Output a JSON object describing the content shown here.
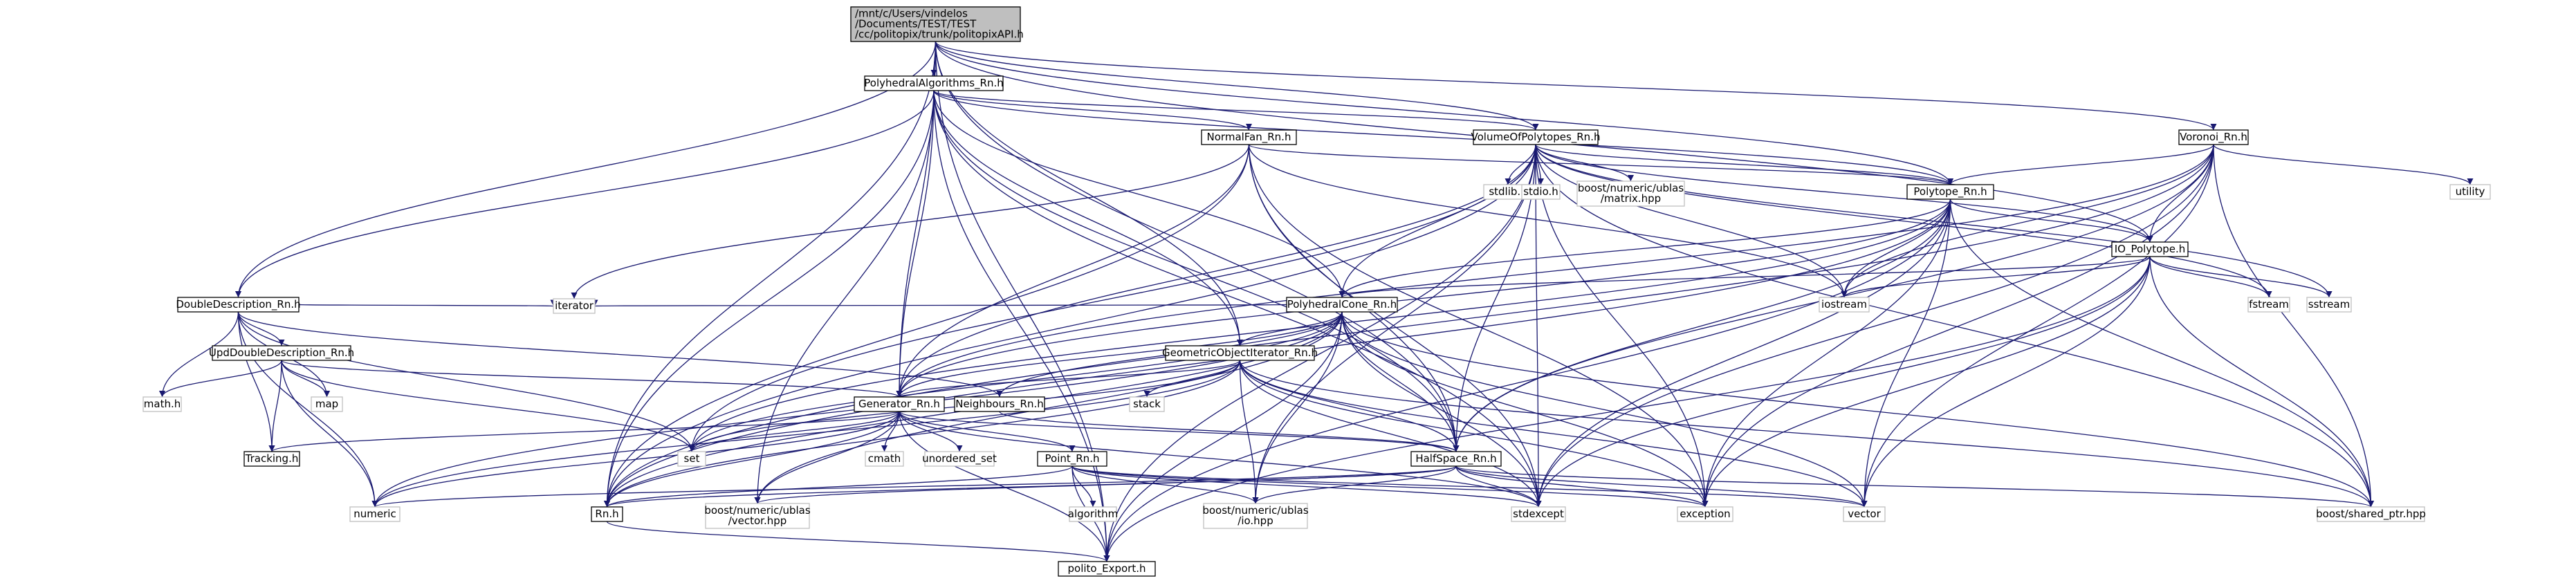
{
  "colors": {
    "edge": "#191970",
    "root_fill": "#bfbfbf",
    "root_border": "#000000",
    "header_fill": "#ffffff",
    "header_border": "#000000",
    "system_fill": "#ffffff",
    "system_border": "#bfbfbf",
    "background": "#ffffff"
  },
  "nodes": [
    {
      "id": "politopixAPI",
      "kind": "root",
      "lines": [
        "/mnt/c/Users/vindelos",
        "/Documents/TEST/TEST",
        "/cc/politopix/trunk/politopixAPI.h"
      ]
    },
    {
      "id": "PolyhedralAlgorithms",
      "kind": "header",
      "lines": [
        "PolyhedralAlgorithms_Rn.h"
      ]
    },
    {
      "id": "NormalFan",
      "kind": "header",
      "lines": [
        "NormalFan_Rn.h"
      ]
    },
    {
      "id": "VolumeOfPolytopes",
      "kind": "header",
      "lines": [
        "VolumeOfPolytopes_Rn.h"
      ]
    },
    {
      "id": "Voronoi",
      "kind": "header",
      "lines": [
        "Voronoi_Rn.h"
      ]
    },
    {
      "id": "utility",
      "kind": "system",
      "lines": [
        "utility"
      ]
    },
    {
      "id": "stdlib",
      "kind": "system",
      "lines": [
        "stdlib.h"
      ]
    },
    {
      "id": "stdio",
      "kind": "system",
      "lines": [
        "stdio.h"
      ]
    },
    {
      "id": "matrix",
      "kind": "system",
      "lines": [
        "boost/numeric/ublas",
        "/matrix.hpp"
      ]
    },
    {
      "id": "Polytope",
      "kind": "header",
      "lines": [
        "Polytope_Rn.h"
      ]
    },
    {
      "id": "IO_Polytope",
      "kind": "header",
      "lines": [
        "IO_Polytope.h"
      ]
    },
    {
      "id": "DoubleDescription",
      "kind": "header",
      "lines": [
        "DoubleDescription_Rn.h"
      ]
    },
    {
      "id": "PolyhedralCone",
      "kind": "header",
      "lines": [
        "PolyhedralCone_Rn.h"
      ]
    },
    {
      "id": "iostream",
      "kind": "system",
      "lines": [
        "iostream"
      ]
    },
    {
      "id": "fstream",
      "kind": "system",
      "lines": [
        "fstream"
      ]
    },
    {
      "id": "sstream",
      "kind": "system",
      "lines": [
        "sstream"
      ]
    },
    {
      "id": "iterator",
      "kind": "system",
      "lines": [
        "iterator"
      ]
    },
    {
      "id": "UpdDoubleDescription",
      "kind": "header",
      "lines": [
        "UpdDoubleDescription_Rn.h"
      ]
    },
    {
      "id": "GeometricObjectIterator",
      "kind": "header",
      "lines": [
        "GeometricObjectIterator_Rn.h"
      ]
    },
    {
      "id": "math",
      "kind": "system",
      "lines": [
        "math.h"
      ]
    },
    {
      "id": "map",
      "kind": "system",
      "lines": [
        "map"
      ]
    },
    {
      "id": "Generator",
      "kind": "header",
      "lines": [
        "Generator_Rn.h"
      ]
    },
    {
      "id": "Neighbours",
      "kind": "header",
      "lines": [
        "Neighbours_Rn.h"
      ]
    },
    {
      "id": "stack",
      "kind": "system",
      "lines": [
        "stack"
      ]
    },
    {
      "id": "set",
      "kind": "system",
      "lines": [
        "set"
      ]
    },
    {
      "id": "Tracking",
      "kind": "header",
      "lines": [
        "Tracking.h"
      ]
    },
    {
      "id": "cmath",
      "kind": "system",
      "lines": [
        "cmath"
      ]
    },
    {
      "id": "unordered_set",
      "kind": "system",
      "lines": [
        "unordered_set"
      ]
    },
    {
      "id": "Point",
      "kind": "header",
      "lines": [
        "Point_Rn.h"
      ]
    },
    {
      "id": "HalfSpace",
      "kind": "header",
      "lines": [
        "HalfSpace_Rn.h"
      ]
    },
    {
      "id": "algorithm",
      "kind": "system",
      "lines": [
        "algorithm"
      ]
    },
    {
      "id": "numeric",
      "kind": "system",
      "lines": [
        "numeric"
      ]
    },
    {
      "id": "Rn",
      "kind": "header",
      "lines": [
        "Rn.h"
      ]
    },
    {
      "id": "vector_hpp",
      "kind": "system",
      "lines": [
        "boost/numeric/ublas",
        "/vector.hpp"
      ]
    },
    {
      "id": "io_hpp",
      "kind": "system",
      "lines": [
        "boost/numeric/ublas",
        "/io.hpp"
      ]
    },
    {
      "id": "stdexcept",
      "kind": "system",
      "lines": [
        "stdexcept"
      ]
    },
    {
      "id": "exception",
      "kind": "system",
      "lines": [
        "exception"
      ]
    },
    {
      "id": "vector",
      "kind": "system",
      "lines": [
        "vector"
      ]
    },
    {
      "id": "shared_ptr",
      "kind": "system",
      "lines": [
        "boost/shared_ptr.hpp"
      ]
    },
    {
      "id": "polito_Export",
      "kind": "header",
      "lines": [
        "polito_Export.h"
      ]
    }
  ],
  "edges": [
    [
      "politopixAPI",
      "PolyhedralAlgorithms"
    ],
    [
      "politopixAPI",
      "VolumeOfPolytopes"
    ],
    [
      "politopixAPI",
      "Voronoi"
    ],
    [
      "politopixAPI",
      "DoubleDescription"
    ],
    [
      "politopixAPI",
      "GeometricObjectIterator"
    ],
    [
      "politopixAPI",
      "Generator"
    ],
    [
      "politopixAPI",
      "HalfSpace"
    ],
    [
      "politopixAPI",
      "Rn"
    ],
    [
      "politopixAPI",
      "polito_Export"
    ],
    [
      "politopixAPI",
      "Polytope"
    ],
    [
      "politopixAPI",
      "IO_Polytope"
    ],
    [
      "PolyhedralAlgorithms",
      "NormalFan"
    ],
    [
      "PolyhedralAlgorithms",
      "VolumeOfPolytopes"
    ],
    [
      "PolyhedralAlgorithms",
      "Polytope"
    ],
    [
      "PolyhedralAlgorithms",
      "DoubleDescription"
    ],
    [
      "PolyhedralAlgorithms",
      "PolyhedralCone"
    ],
    [
      "PolyhedralAlgorithms",
      "GeometricObjectIterator"
    ],
    [
      "PolyhedralAlgorithms",
      "Generator"
    ],
    [
      "PolyhedralAlgorithms",
      "HalfSpace"
    ],
    [
      "PolyhedralAlgorithms",
      "Rn"
    ],
    [
      "PolyhedralAlgorithms",
      "polito_Export"
    ],
    [
      "PolyhedralAlgorithms",
      "vector_hpp"
    ],
    [
      "PolyhedralAlgorithms",
      "stdexcept"
    ],
    [
      "NormalFan",
      "Polytope"
    ],
    [
      "NormalFan",
      "Generator"
    ],
    [
      "NormalFan",
      "HalfSpace"
    ],
    [
      "NormalFan",
      "Rn"
    ],
    [
      "NormalFan",
      "stdexcept"
    ],
    [
      "NormalFan",
      "exception"
    ],
    [
      "NormalFan",
      "iostream"
    ],
    [
      "NormalFan",
      "iterator"
    ],
    [
      "VolumeOfPolytopes",
      "stdlib"
    ],
    [
      "VolumeOfPolytopes",
      "stdio"
    ],
    [
      "VolumeOfPolytopes",
      "matrix"
    ],
    [
      "VolumeOfPolytopes",
      "Polytope"
    ],
    [
      "VolumeOfPolytopes",
      "IO_Polytope"
    ],
    [
      "VolumeOfPolytopes",
      "iostream"
    ],
    [
      "VolumeOfPolytopes",
      "fstream"
    ],
    [
      "VolumeOfPolytopes",
      "sstream"
    ],
    [
      "VolumeOfPolytopes",
      "PolyhedralCone"
    ],
    [
      "VolumeOfPolytopes",
      "Generator"
    ],
    [
      "VolumeOfPolytopes",
      "HalfSpace"
    ],
    [
      "VolumeOfPolytopes",
      "Rn"
    ],
    [
      "VolumeOfPolytopes",
      "set"
    ],
    [
      "VolumeOfPolytopes",
      "stdexcept"
    ],
    [
      "VolumeOfPolytopes",
      "exception"
    ],
    [
      "VolumeOfPolytopes",
      "shared_ptr"
    ],
    [
      "VolumeOfPolytopes",
      "polito_Export"
    ],
    [
      "VolumeOfPolytopes",
      "io_hpp"
    ],
    [
      "Voronoi",
      "utility"
    ],
    [
      "Voronoi",
      "Polytope"
    ],
    [
      "Voronoi",
      "IO_Polytope"
    ],
    [
      "Voronoi",
      "iostream"
    ],
    [
      "Voronoi",
      "HalfSpace"
    ],
    [
      "Voronoi",
      "Generator"
    ],
    [
      "Voronoi",
      "vector"
    ],
    [
      "Voronoi",
      "stdexcept"
    ],
    [
      "Voronoi",
      "exception"
    ],
    [
      "Voronoi",
      "shared_ptr"
    ],
    [
      "Voronoi",
      "Rn"
    ],
    [
      "Polytope",
      "PolyhedralCone"
    ],
    [
      "Polytope",
      "IO_Polytope"
    ],
    [
      "Polytope",
      "iostream"
    ],
    [
      "Polytope",
      "HalfSpace"
    ],
    [
      "Polytope",
      "Generator"
    ],
    [
      "Polytope",
      "Rn"
    ],
    [
      "Polytope",
      "stdexcept"
    ],
    [
      "Polytope",
      "exception"
    ],
    [
      "Polytope",
      "vector"
    ],
    [
      "Polytope",
      "shared_ptr"
    ],
    [
      "Polytope",
      "polito_Export"
    ],
    [
      "Polytope",
      "set"
    ],
    [
      "IO_Polytope",
      "PolyhedralCone"
    ],
    [
      "IO_Polytope",
      "iostream"
    ],
    [
      "IO_Polytope",
      "fstream"
    ],
    [
      "IO_Polytope",
      "sstream"
    ],
    [
      "IO_Polytope",
      "stdexcept"
    ],
    [
      "IO_Polytope",
      "exception"
    ],
    [
      "IO_Polytope",
      "vector"
    ],
    [
      "IO_Polytope",
      "shared_ptr"
    ],
    [
      "IO_Polytope",
      "polito_Export"
    ],
    [
      "DoubleDescription",
      "UpdDoubleDescription"
    ],
    [
      "DoubleDescription",
      "iterator"
    ],
    [
      "DoubleDescription",
      "math"
    ],
    [
      "DoubleDescription",
      "map"
    ],
    [
      "DoubleDescription",
      "Neighbours"
    ],
    [
      "DoubleDescription",
      "set"
    ],
    [
      "DoubleDescription",
      "Tracking"
    ],
    [
      "DoubleDescription",
      "numeric"
    ],
    [
      "UpdDoubleDescription",
      "math"
    ],
    [
      "UpdDoubleDescription",
      "map"
    ],
    [
      "UpdDoubleDescription",
      "Generator"
    ],
    [
      "UpdDoubleDescription",
      "set"
    ],
    [
      "UpdDoubleDescription",
      "Tracking"
    ],
    [
      "UpdDoubleDescription",
      "numeric"
    ],
    [
      "PolyhedralCone",
      "iterator"
    ],
    [
      "PolyhedralCone",
      "GeometricObjectIterator"
    ],
    [
      "PolyhedralCone",
      "Generator"
    ],
    [
      "PolyhedralCone",
      "Neighbours"
    ],
    [
      "PolyhedralCone",
      "HalfSpace"
    ],
    [
      "PolyhedralCone",
      "set"
    ],
    [
      "PolyhedralCone",
      "Rn"
    ],
    [
      "PolyhedralCone",
      "stdexcept"
    ],
    [
      "PolyhedralCone",
      "exception"
    ],
    [
      "PolyhedralCone",
      "vector"
    ],
    [
      "PolyhedralCone",
      "shared_ptr"
    ],
    [
      "PolyhedralCone",
      "polito_Export"
    ],
    [
      "PolyhedralCone",
      "io_hpp"
    ],
    [
      "PolyhedralCone",
      "vector_hpp"
    ],
    [
      "PolyhedralCone",
      "numeric"
    ],
    [
      "GeometricObjectIterator",
      "Generator"
    ],
    [
      "GeometricObjectIterator",
      "HalfSpace"
    ],
    [
      "GeometricObjectIterator",
      "stack"
    ],
    [
      "GeometricObjectIterator",
      "set"
    ],
    [
      "GeometricObjectIterator",
      "Rn"
    ],
    [
      "GeometricObjectIterator",
      "stdexcept"
    ],
    [
      "GeometricObjectIterator",
      "exception"
    ],
    [
      "GeometricObjectIterator",
      "vector"
    ],
    [
      "GeometricObjectIterator",
      "shared_ptr"
    ],
    [
      "GeometricObjectIterator",
      "io_hpp"
    ],
    [
      "GeometricObjectIterator",
      "numeric"
    ],
    [
      "Generator",
      "Tracking"
    ],
    [
      "Generator",
      "set"
    ],
    [
      "Generator",
      "cmath"
    ],
    [
      "Generator",
      "unordered_set"
    ],
    [
      "Generator",
      "Point"
    ],
    [
      "Generator",
      "HalfSpace"
    ],
    [
      "Generator",
      "Rn"
    ],
    [
      "Generator",
      "numeric"
    ],
    [
      "Generator",
      "vector_hpp"
    ],
    [
      "Generator",
      "stdexcept"
    ],
    [
      "Generator",
      "polito_Export"
    ],
    [
      "Neighbours",
      "HalfSpace"
    ],
    [
      "Point",
      "algorithm"
    ],
    [
      "Point",
      "io_hpp"
    ],
    [
      "Point",
      "stdexcept"
    ],
    [
      "Point",
      "exception"
    ],
    [
      "Point",
      "vector"
    ],
    [
      "Point",
      "Rn"
    ],
    [
      "Point",
      "polito_Export"
    ],
    [
      "HalfSpace",
      "Rn"
    ],
    [
      "HalfSpace",
      "stdexcept"
    ],
    [
      "HalfSpace",
      "exception"
    ],
    [
      "HalfSpace",
      "vector"
    ],
    [
      "HalfSpace",
      "shared_ptr"
    ],
    [
      "HalfSpace",
      "numeric"
    ],
    [
      "HalfSpace",
      "vector_hpp"
    ],
    [
      "HalfSpace",
      "io_hpp"
    ],
    [
      "Rn",
      "polito_Export"
    ]
  ]
}
